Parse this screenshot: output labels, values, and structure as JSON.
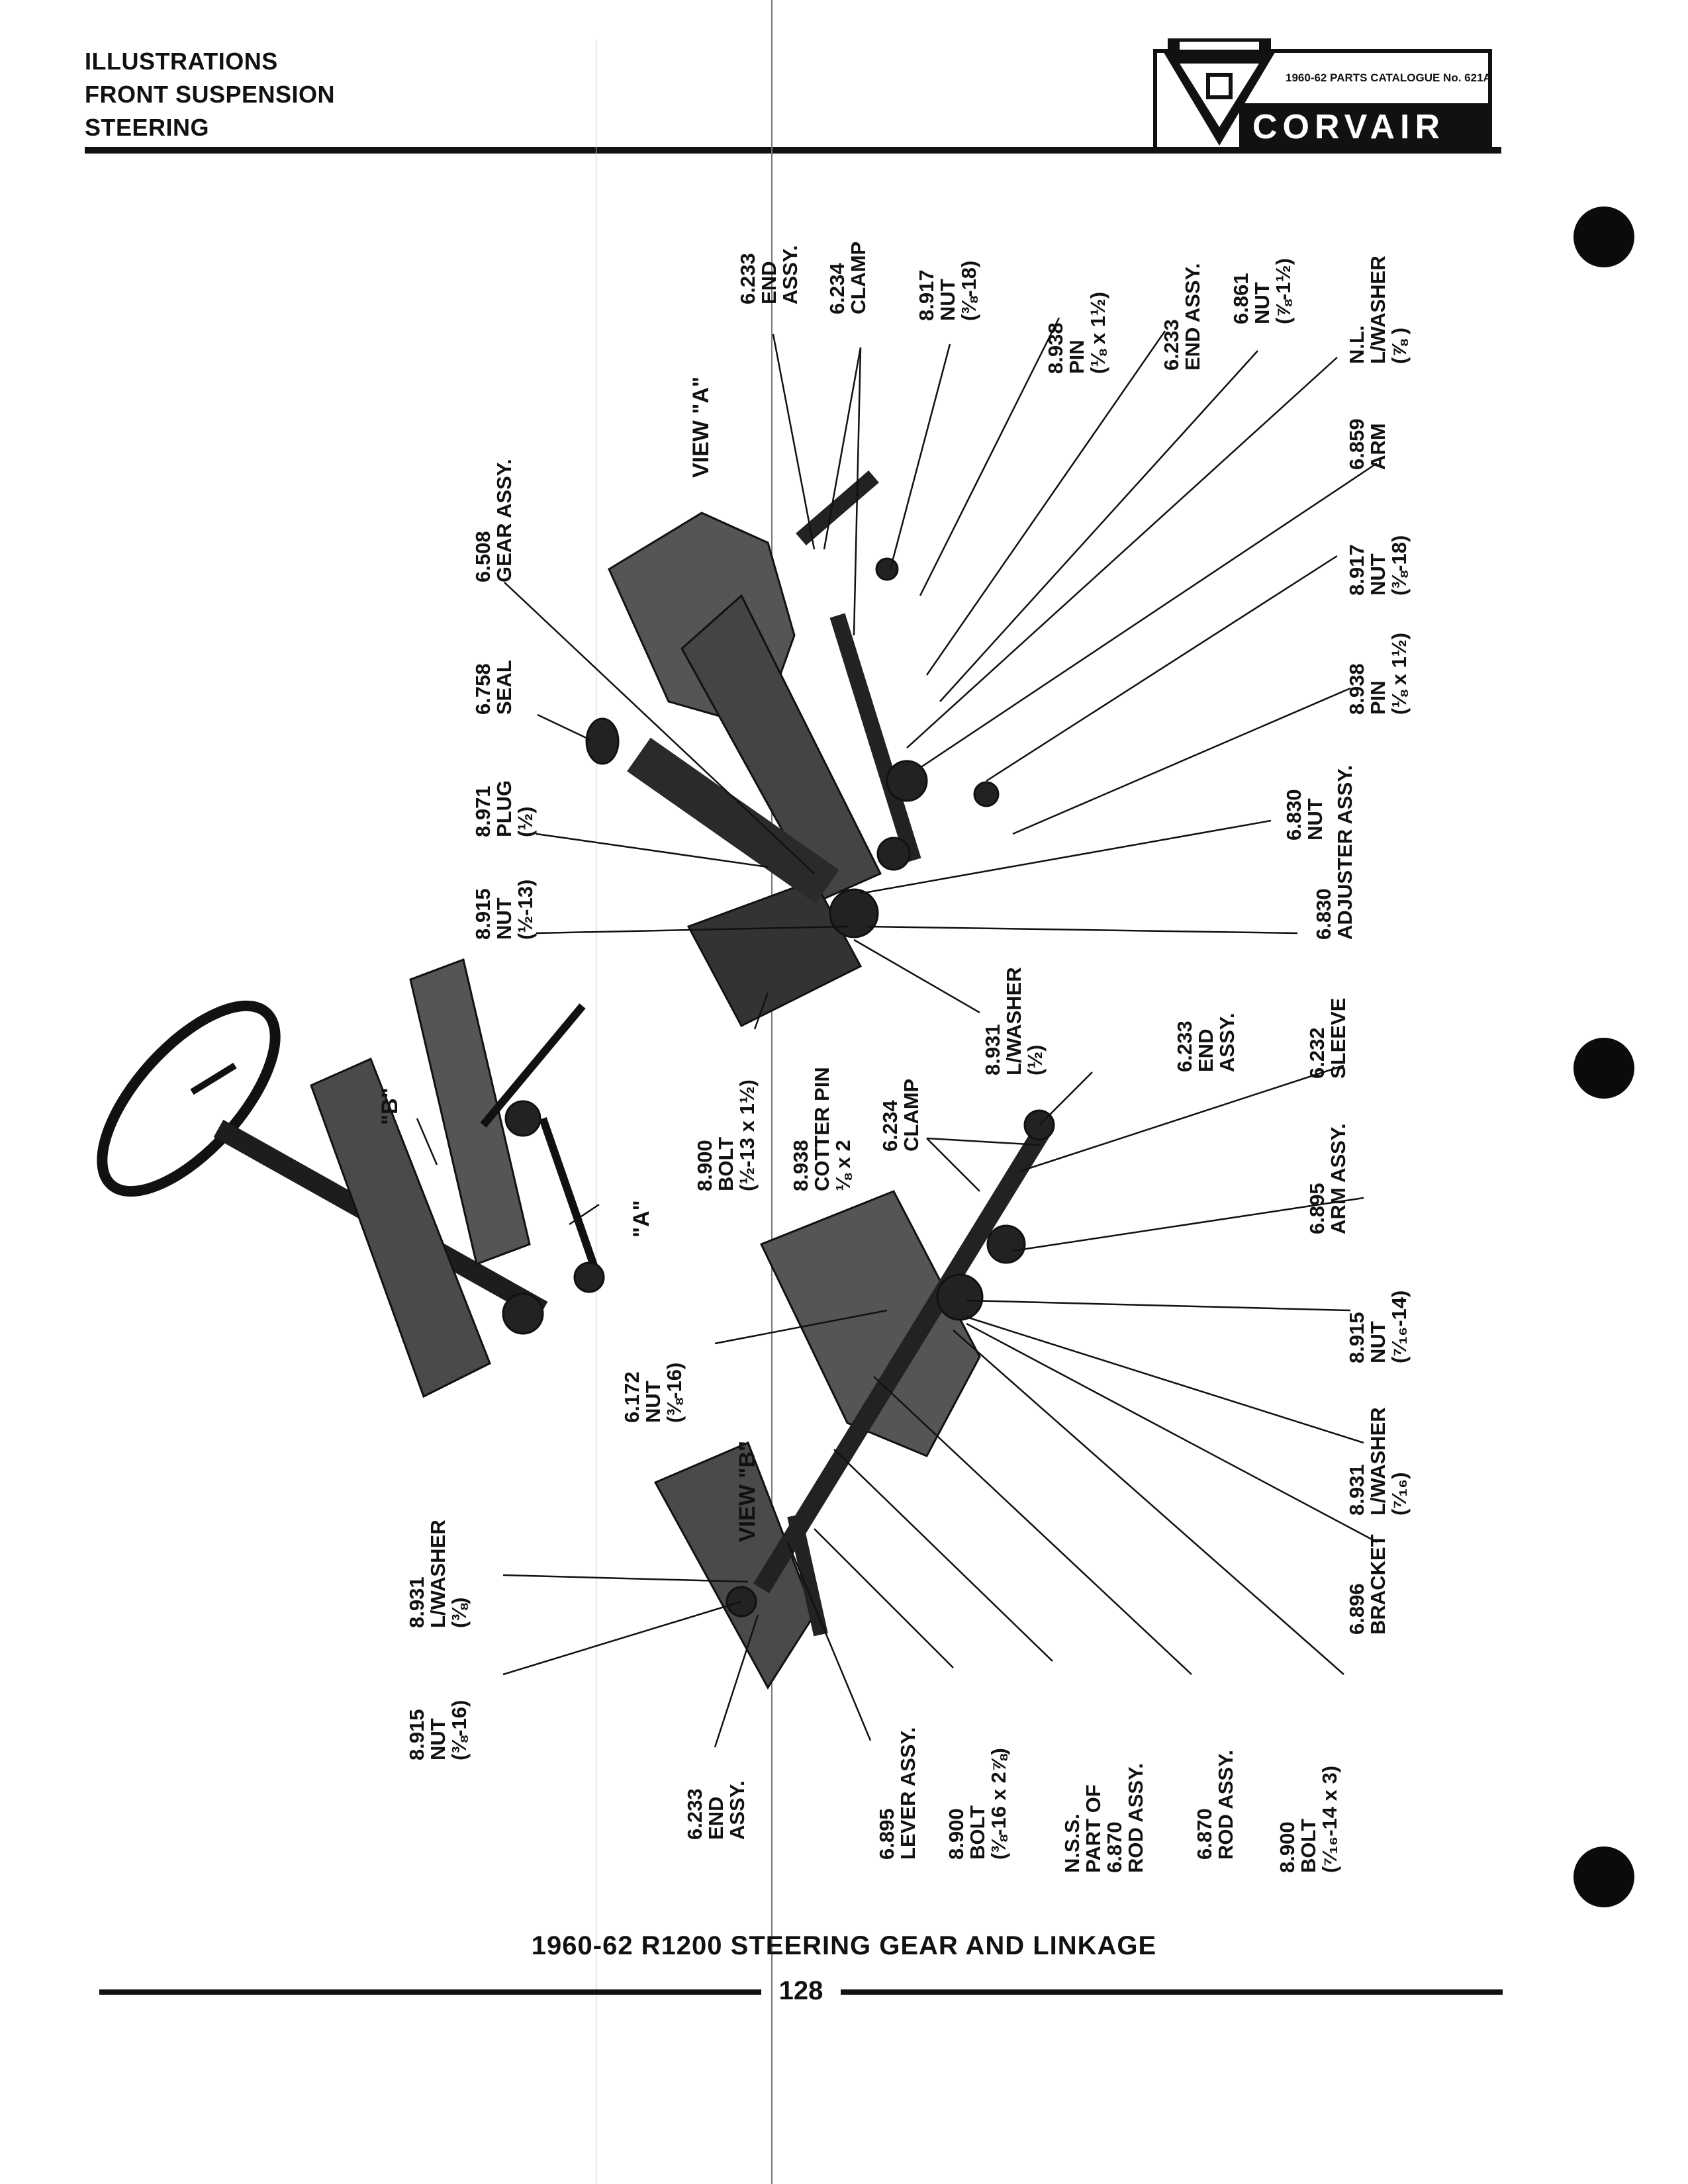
{
  "header": {
    "lines": [
      "ILLUSTRATIONS",
      "FRONT SUSPENSION",
      "STEERING"
    ]
  },
  "logo": {
    "catalogue": "1960-62 PARTS CATALOGUE No. 621A",
    "wordmark": "CORVAIR",
    "bar_color": "#111111"
  },
  "views": {
    "view_a": "VIEW \"A\"",
    "view_b": "VIEW \"B\"",
    "small_a": "\"A\"",
    "small_b": "\"B\""
  },
  "callouts": {
    "c01": [
      "6.233",
      "END",
      "ASSY."
    ],
    "c02": [
      "6.234",
      "CLAMP"
    ],
    "c03": [
      "8.917",
      "NUT",
      "(⅜-18)"
    ],
    "c04": [
      "8.938",
      "PIN",
      "(⅛ x 1½)"
    ],
    "c05": [
      "6.233",
      "END ASSY."
    ],
    "c06": [
      "6.861",
      "NUT",
      "(⅞-1½)"
    ],
    "c07": [
      "N.L.",
      "L/WASHER",
      "(⅞ )"
    ],
    "c08": [
      "6.859",
      "ARM"
    ],
    "c09": [
      "8.917",
      "NUT",
      "(⅜-18)"
    ],
    "c10": [
      "8.938",
      "PIN",
      "(⅛ x 1½)"
    ],
    "c11": [
      "6.830",
      "NUT"
    ],
    "c12": [
      "6.830",
      "ADJUSTER ASSY."
    ],
    "c13": [
      "6.508",
      "GEAR ASSY."
    ],
    "c14": [
      "6.758",
      "SEAL"
    ],
    "c15": [
      "8.971",
      "PLUG",
      "(½)"
    ],
    "c16": [
      "8.915",
      "NUT",
      "(½-13)"
    ],
    "c17": [
      "8.931",
      "L/WASHER",
      "(½)"
    ],
    "c18": [
      "8.900",
      "BOLT",
      "(½-13 x 1½)"
    ],
    "c19": [
      "8.938",
      "COTTER PIN",
      "⅛ x 2"
    ],
    "c20": [
      "6.234",
      "CLAMP"
    ],
    "c21": [
      "6.233",
      "END",
      "ASSY."
    ],
    "c22": [
      "6.232",
      "SLEEVE"
    ],
    "c23": [
      "6.895",
      "ARM ASSY."
    ],
    "c24": [
      "8.915",
      "NUT",
      "(⁷⁄₁₆-14)"
    ],
    "c25": [
      "8.931",
      "L/WASHER",
      "(⁷⁄₁₆)"
    ],
    "c26": [
      "6.896",
      "BRACKET"
    ],
    "c27": [
      "6.172",
      "NUT",
      "(⅜-16)"
    ],
    "c28": [
      "8.931",
      "L/WASHER",
      "(⅜)"
    ],
    "c29": [
      "8.915",
      "NUT",
      "(⅜-16)"
    ],
    "c30": [
      "6.233",
      "END",
      "ASSY."
    ],
    "c31": [
      "6.895",
      "LEVER ASSY."
    ],
    "c32": [
      "8.900",
      "BOLT",
      "(⅜-16 x 2⅞)"
    ],
    "c33": [
      "N.S.S.",
      "PART OF",
      "6.870",
      "ROD ASSY."
    ],
    "c34": [
      "6.870",
      "ROD ASSY."
    ],
    "c35": [
      "8.900",
      "BOLT",
      "(⁷⁄₁₆-14 x 3)"
    ]
  },
  "caption": "1960-62 R1200 STEERING GEAR AND LINKAGE",
  "page_number": "128"
}
